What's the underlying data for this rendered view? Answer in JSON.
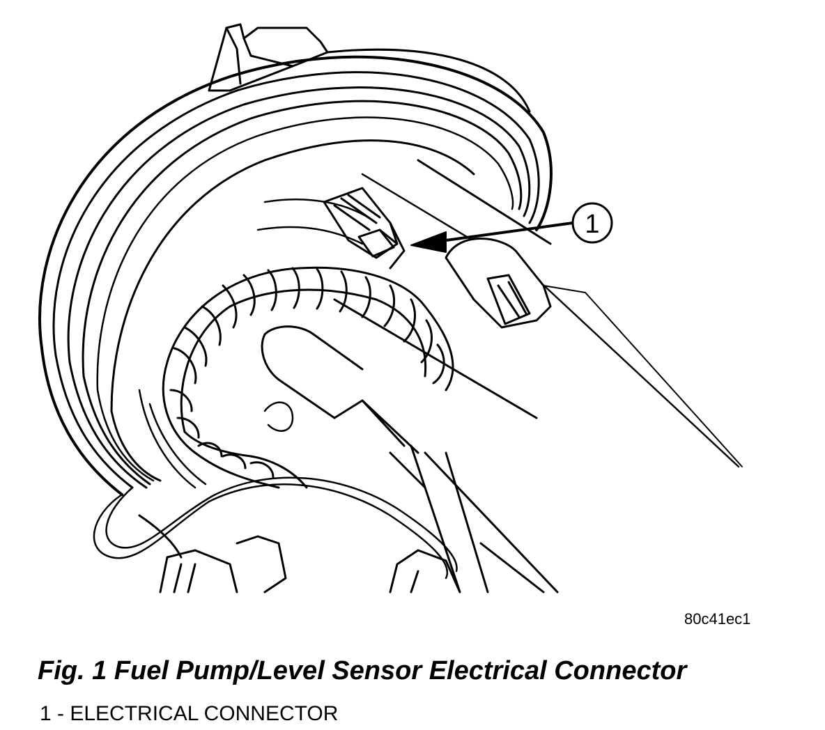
{
  "figure": {
    "drawing_id": "80c41ec1",
    "callout_number": "1",
    "caption": "Fig. 1 Fuel Pump/Level Sensor Electrical Connector",
    "legend": [
      {
        "text": "1 - ELECTRICAL CONNECTOR"
      }
    ]
  }
}
